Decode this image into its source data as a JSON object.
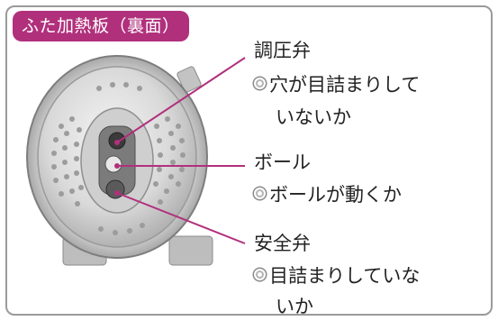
{
  "title": "ふた加熱板（裏面）",
  "callouts": [
    {
      "label": "調圧弁",
      "note_line1": "穴が目詰まりして",
      "note_line2": "いないか"
    },
    {
      "label": "ボール",
      "note_line1": "ボールが動くか",
      "note_line2": ""
    },
    {
      "label": "安全弁",
      "note_line1": "目詰まりしていな",
      "note_line2": "いか"
    }
  ],
  "bullet_icon": "double-circle-bullet-icon",
  "colors": {
    "title_badge": "#b1307c",
    "leader_line": "#b1307c",
    "frame_border": "#9a9a9a"
  }
}
